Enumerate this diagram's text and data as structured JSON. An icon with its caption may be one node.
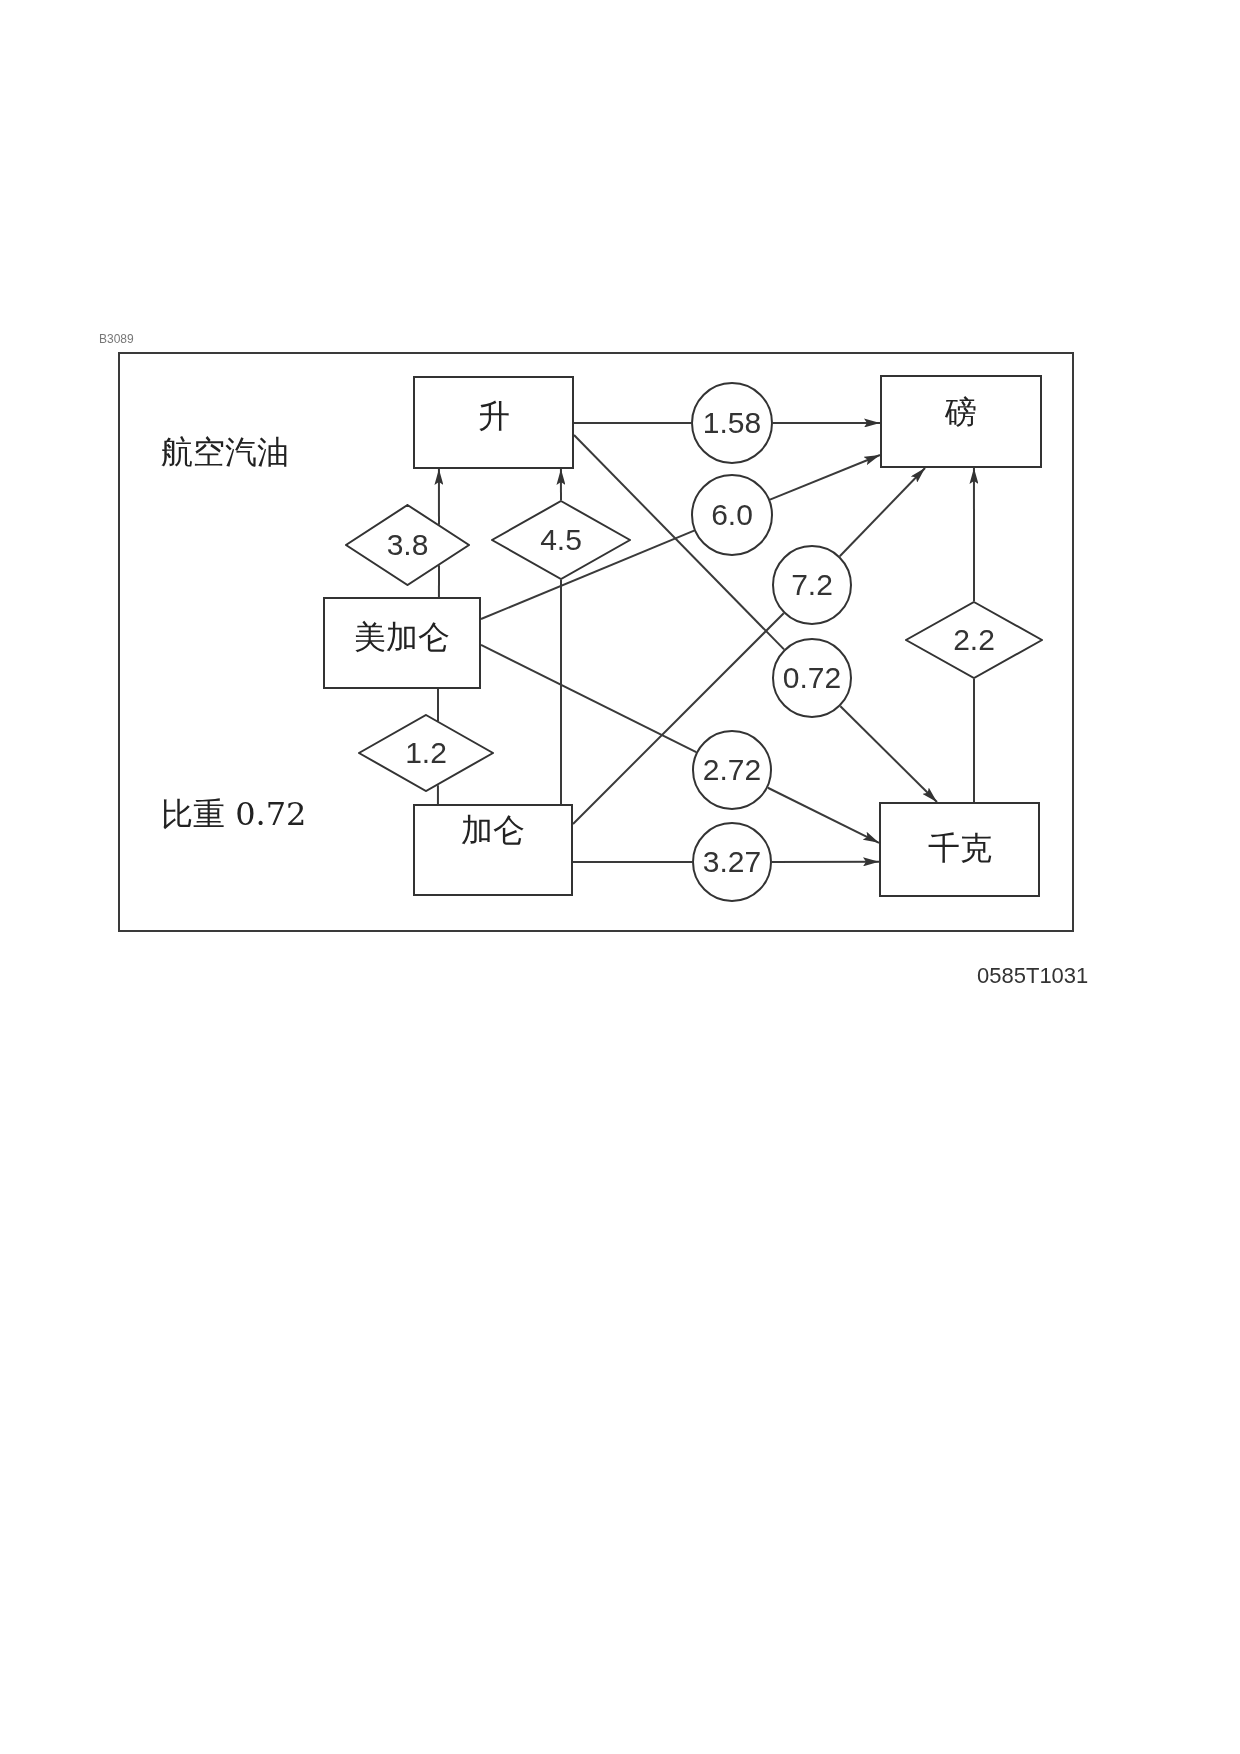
{
  "diagram": {
    "nodes": [
      {
        "text": [
          "航空汽油",
          "比重 0.72"
        ]
      },
      {
        "text": [
          "升"
        ],
        "in": 0
      },
      {
        "text": [
          "1.58"
        ],
        "in": 0
      },
      {
        "text": [
          "磅"
        ],
        "in": 0
      },
      {
        "text": [
          "3.8"
        ],
        "in": 0
      },
      {
        "text": [
          "4.5"
        ],
        "in": 0
      },
      {
        "text": [
          "6.0"
        ],
        "in": 0
      },
      {
        "text": [
          "7.2"
        ],
        "in": 0
      },
      {
        "text": [
          "美加仑"
        ],
        "in": 0
      },
      {
        "text": [
          "2.2"
        ],
        "in": 0
      },
      {
        "text": [
          "0.72"
        ],
        "in": 0
      },
      {
        "text": [
          "1.2"
        ],
        "in": 0
      },
      {
        "text": [
          "2.72"
        ],
        "in": 0
      },
      {
        "text": [
          "加仑"
        ],
        "in": 0
      },
      {
        "text": [
          "3.27"
        ],
        "in": 0
      },
      {
        "text": [
          "千克"
        ],
        "in": 0
      }
    ],
    "edges": [
      {
        "from": 8,
        "to": 4,
        "arrow": "none"
      },
      {
        "from": 4,
        "to": 1,
        "arrow": "to"
      },
      {
        "from": 13,
        "to": 5,
        "arrow": "none"
      },
      {
        "from": 5,
        "to": 1,
        "arrow": "to"
      },
      {
        "from": 1,
        "to": 2,
        "arrow": "none"
      },
      {
        "from": 2,
        "to": 3,
        "arrow": "to"
      },
      {
        "from": 8,
        "to": 6,
        "arrow": "none"
      },
      {
        "from": 6,
        "to": 3,
        "arrow": "to"
      },
      {
        "from": 13,
        "to": 7,
        "arrow": "none"
      },
      {
        "from": 7,
        "to": 3,
        "arrow": "to"
      },
      {
        "from": 15,
        "to": 9,
        "arrow": "none"
      },
      {
        "from": 9,
        "to": 3,
        "arrow": "to"
      },
      {
        "from": 1,
        "to": 10,
        "arrow": "none"
      },
      {
        "from": 10,
        "to": 15,
        "arrow": "to"
      },
      {
        "from": 8,
        "to": 11,
        "arrow": "none"
      },
      {
        "from": 11,
        "to": 13,
        "arrow": "none"
      },
      {
        "from": 8,
        "to": 12,
        "arrow": "none"
      },
      {
        "from": 12,
        "to": 15,
        "arrow": "to"
      },
      {
        "from": 13,
        "to": 14,
        "arrow": "none"
      },
      {
        "from": 14,
        "to": 15,
        "arrow": "to"
      }
    ],
    "labels": [
      "B3089",
      "0585T1031"
    ]
  }
}
